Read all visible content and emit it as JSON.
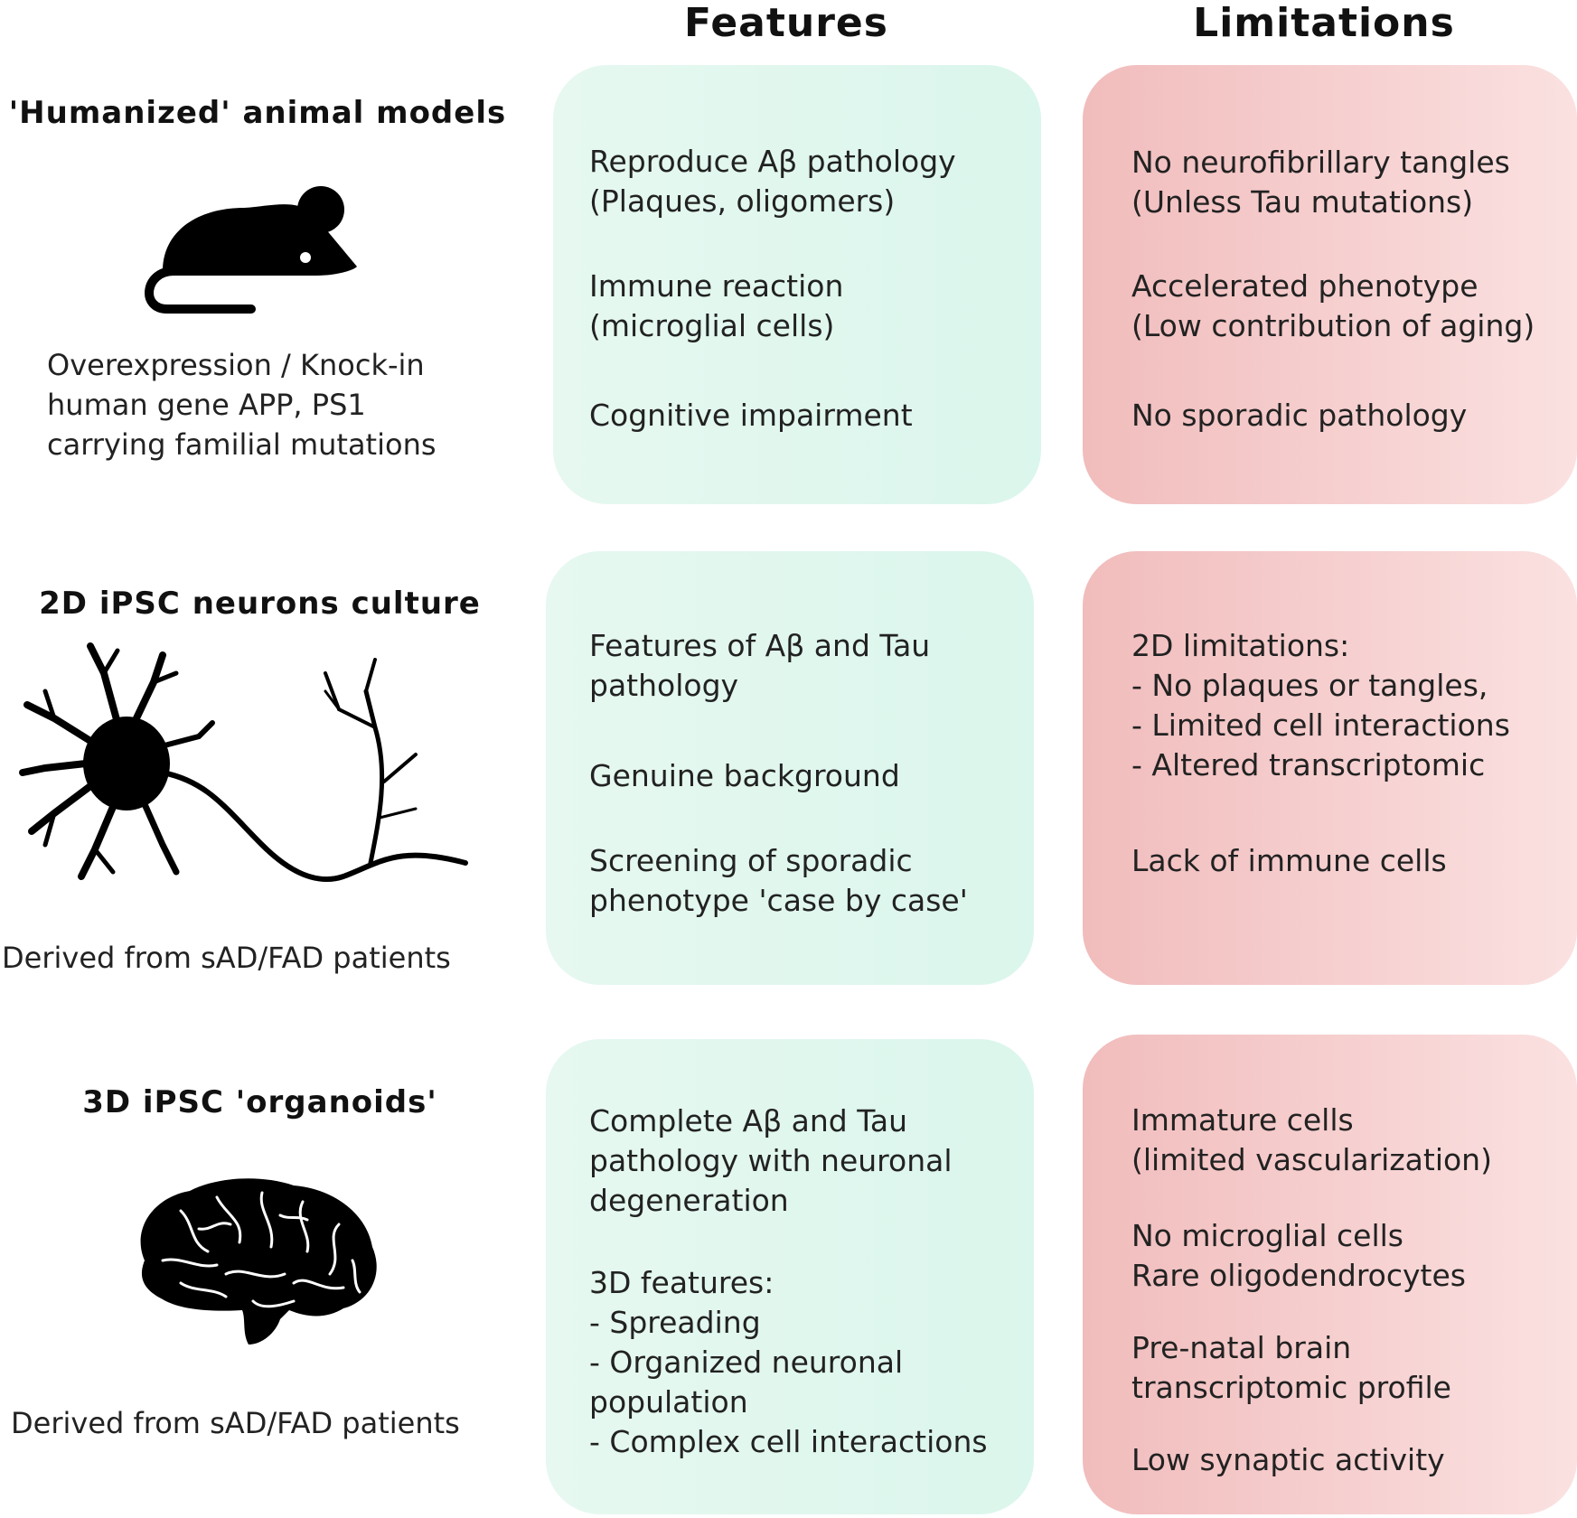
{
  "headers": {
    "features": "Features",
    "limitations": "Limitations"
  },
  "rows": [
    {
      "title": "'Humanized' animal models",
      "icon": "mouse-icon",
      "description": [
        "Overexpression / Knock-in",
        "human gene APP, PS1",
        "carrying familial mutations"
      ],
      "features": [
        [
          "Reproduce Aβ pathology",
          "(Plaques, oligomers)"
        ],
        [
          "Immune reaction",
          "(microglial cells)"
        ],
        [
          "Cognitive impairment"
        ]
      ],
      "limitations": [
        [
          "No neurofibrillary tangles",
          "(Unless Tau mutations)"
        ],
        [
          "Accelerated phenotype",
          "(Low contribution of aging)"
        ],
        [
          "No sporadic pathology"
        ]
      ]
    },
    {
      "title": "2D iPSC neurons culture",
      "icon": "neuron-icon",
      "description": [
        "Derived  from sAD/FAD patients"
      ],
      "features": [
        [
          "Features of Aβ and Tau",
          "pathology"
        ],
        [
          "Genuine background"
        ],
        [
          "Screening of sporadic",
          "phenotype 'case by case'"
        ]
      ],
      "limitations": [
        [
          "2D limitations:",
          "- No plaques or tangles,",
          "- Limited cell interactions",
          "- Altered transcriptomic"
        ],
        [
          "Lack of immune cells"
        ]
      ]
    },
    {
      "title": "3D iPSC 'organoids'",
      "icon": "brain-icon",
      "description": [
        "Derived  from sAD/FAD patients"
      ],
      "features": [
        [
          "Complete Aβ and Tau",
          "pathology with neuronal",
          "degeneration"
        ],
        [
          "3D features:",
          "- Spreading",
          "- Organized neuronal",
          "population",
          "- Complex cell interactions"
        ]
      ],
      "limitations": [
        [
          "Immature cells",
          "(limited vascularization)"
        ],
        [
          "No microglial cells",
          "Rare oligodendrocytes"
        ],
        [
          "Pre-natal brain",
          "transcriptomic profile"
        ],
        [
          "Low synaptic activity"
        ]
      ]
    }
  ]
}
